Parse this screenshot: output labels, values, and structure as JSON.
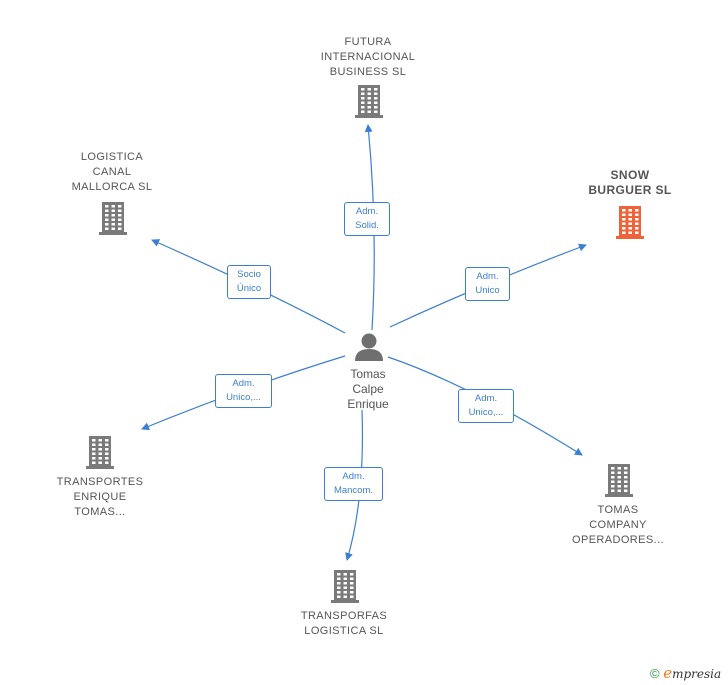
{
  "center": {
    "name": "Tomas\nCalpe\nEnrique",
    "icon": "person-icon"
  },
  "companies": [
    {
      "id": "futura",
      "name": "FUTURA\nINTERNACIONAL\nBUSINESS SL",
      "color": "#7a7a7a",
      "icon": "building-icon"
    },
    {
      "id": "logistica",
      "name": "LOGISTICA\nCANAL\nMALLORCA  SL",
      "color": "#7a7a7a",
      "icon": "building-icon"
    },
    {
      "id": "snow",
      "name": "SNOW\nBURGUER  SL",
      "color": "#f0623a",
      "icon": "building-icon",
      "highlight": true
    },
    {
      "id": "transportes",
      "name": "TRANSPORTES\nENRIQUE\nTOMAS...",
      "color": "#7a7a7a",
      "icon": "building-icon"
    },
    {
      "id": "tomas",
      "name": "TOMAS\nCOMPANY\nOPERADORES...",
      "color": "#7a7a7a",
      "icon": "building-icon"
    },
    {
      "id": "transporfas",
      "name": "TRANSPORFAS\nLOGISTICA  SL",
      "color": "#7a7a7a",
      "icon": "building-icon"
    }
  ],
  "relations": [
    {
      "to": "futura",
      "label": "Adm.\nSolid."
    },
    {
      "to": "logistica",
      "label": "Socio\nÚnico"
    },
    {
      "to": "snow",
      "label": "Adm.\nUnico"
    },
    {
      "to": "transportes",
      "label": "Adm.\nUnico,..."
    },
    {
      "to": "tomas",
      "label": "Adm.\nUnico,..."
    },
    {
      "to": "transporfas",
      "label": "Adm.\nMancom."
    }
  ],
  "colors": {
    "edge": "#3c7fd0",
    "node": "#7a7a7a",
    "highlight": "#f0623a",
    "copyright": "#2f9b3a"
  },
  "footer": {
    "copyright": "©",
    "brand_e": "e",
    "brand_rest": "mpresia"
  }
}
